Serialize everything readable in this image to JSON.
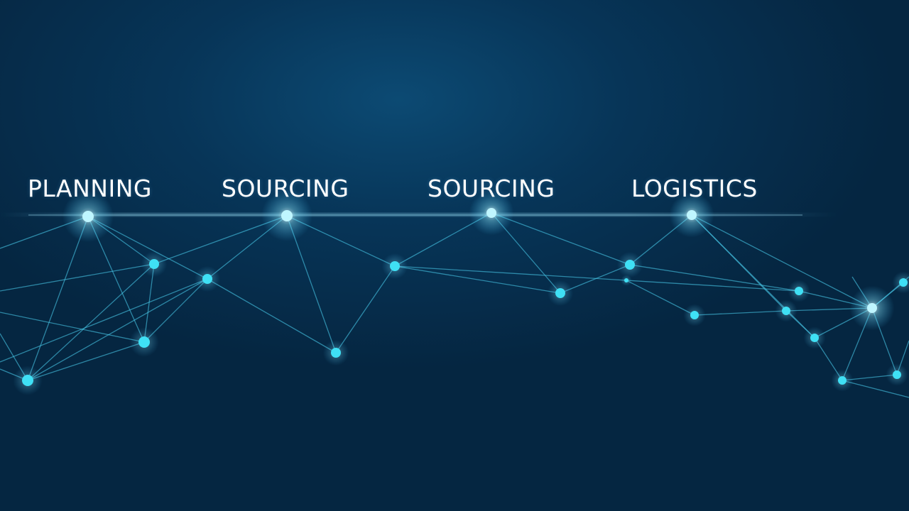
{
  "stages": [
    {
      "label": "PLANNING"
    },
    {
      "label": "SOURCING"
    },
    {
      "label": "SOURCING"
    },
    {
      "label": "LOGISTICS"
    }
  ],
  "colors": {
    "background_top": "#0c4a73",
    "background_bottom": "#052641",
    "node": "#3fe0f5",
    "node_glow": "#bff6ff",
    "edge": "#48c8e8"
  }
}
